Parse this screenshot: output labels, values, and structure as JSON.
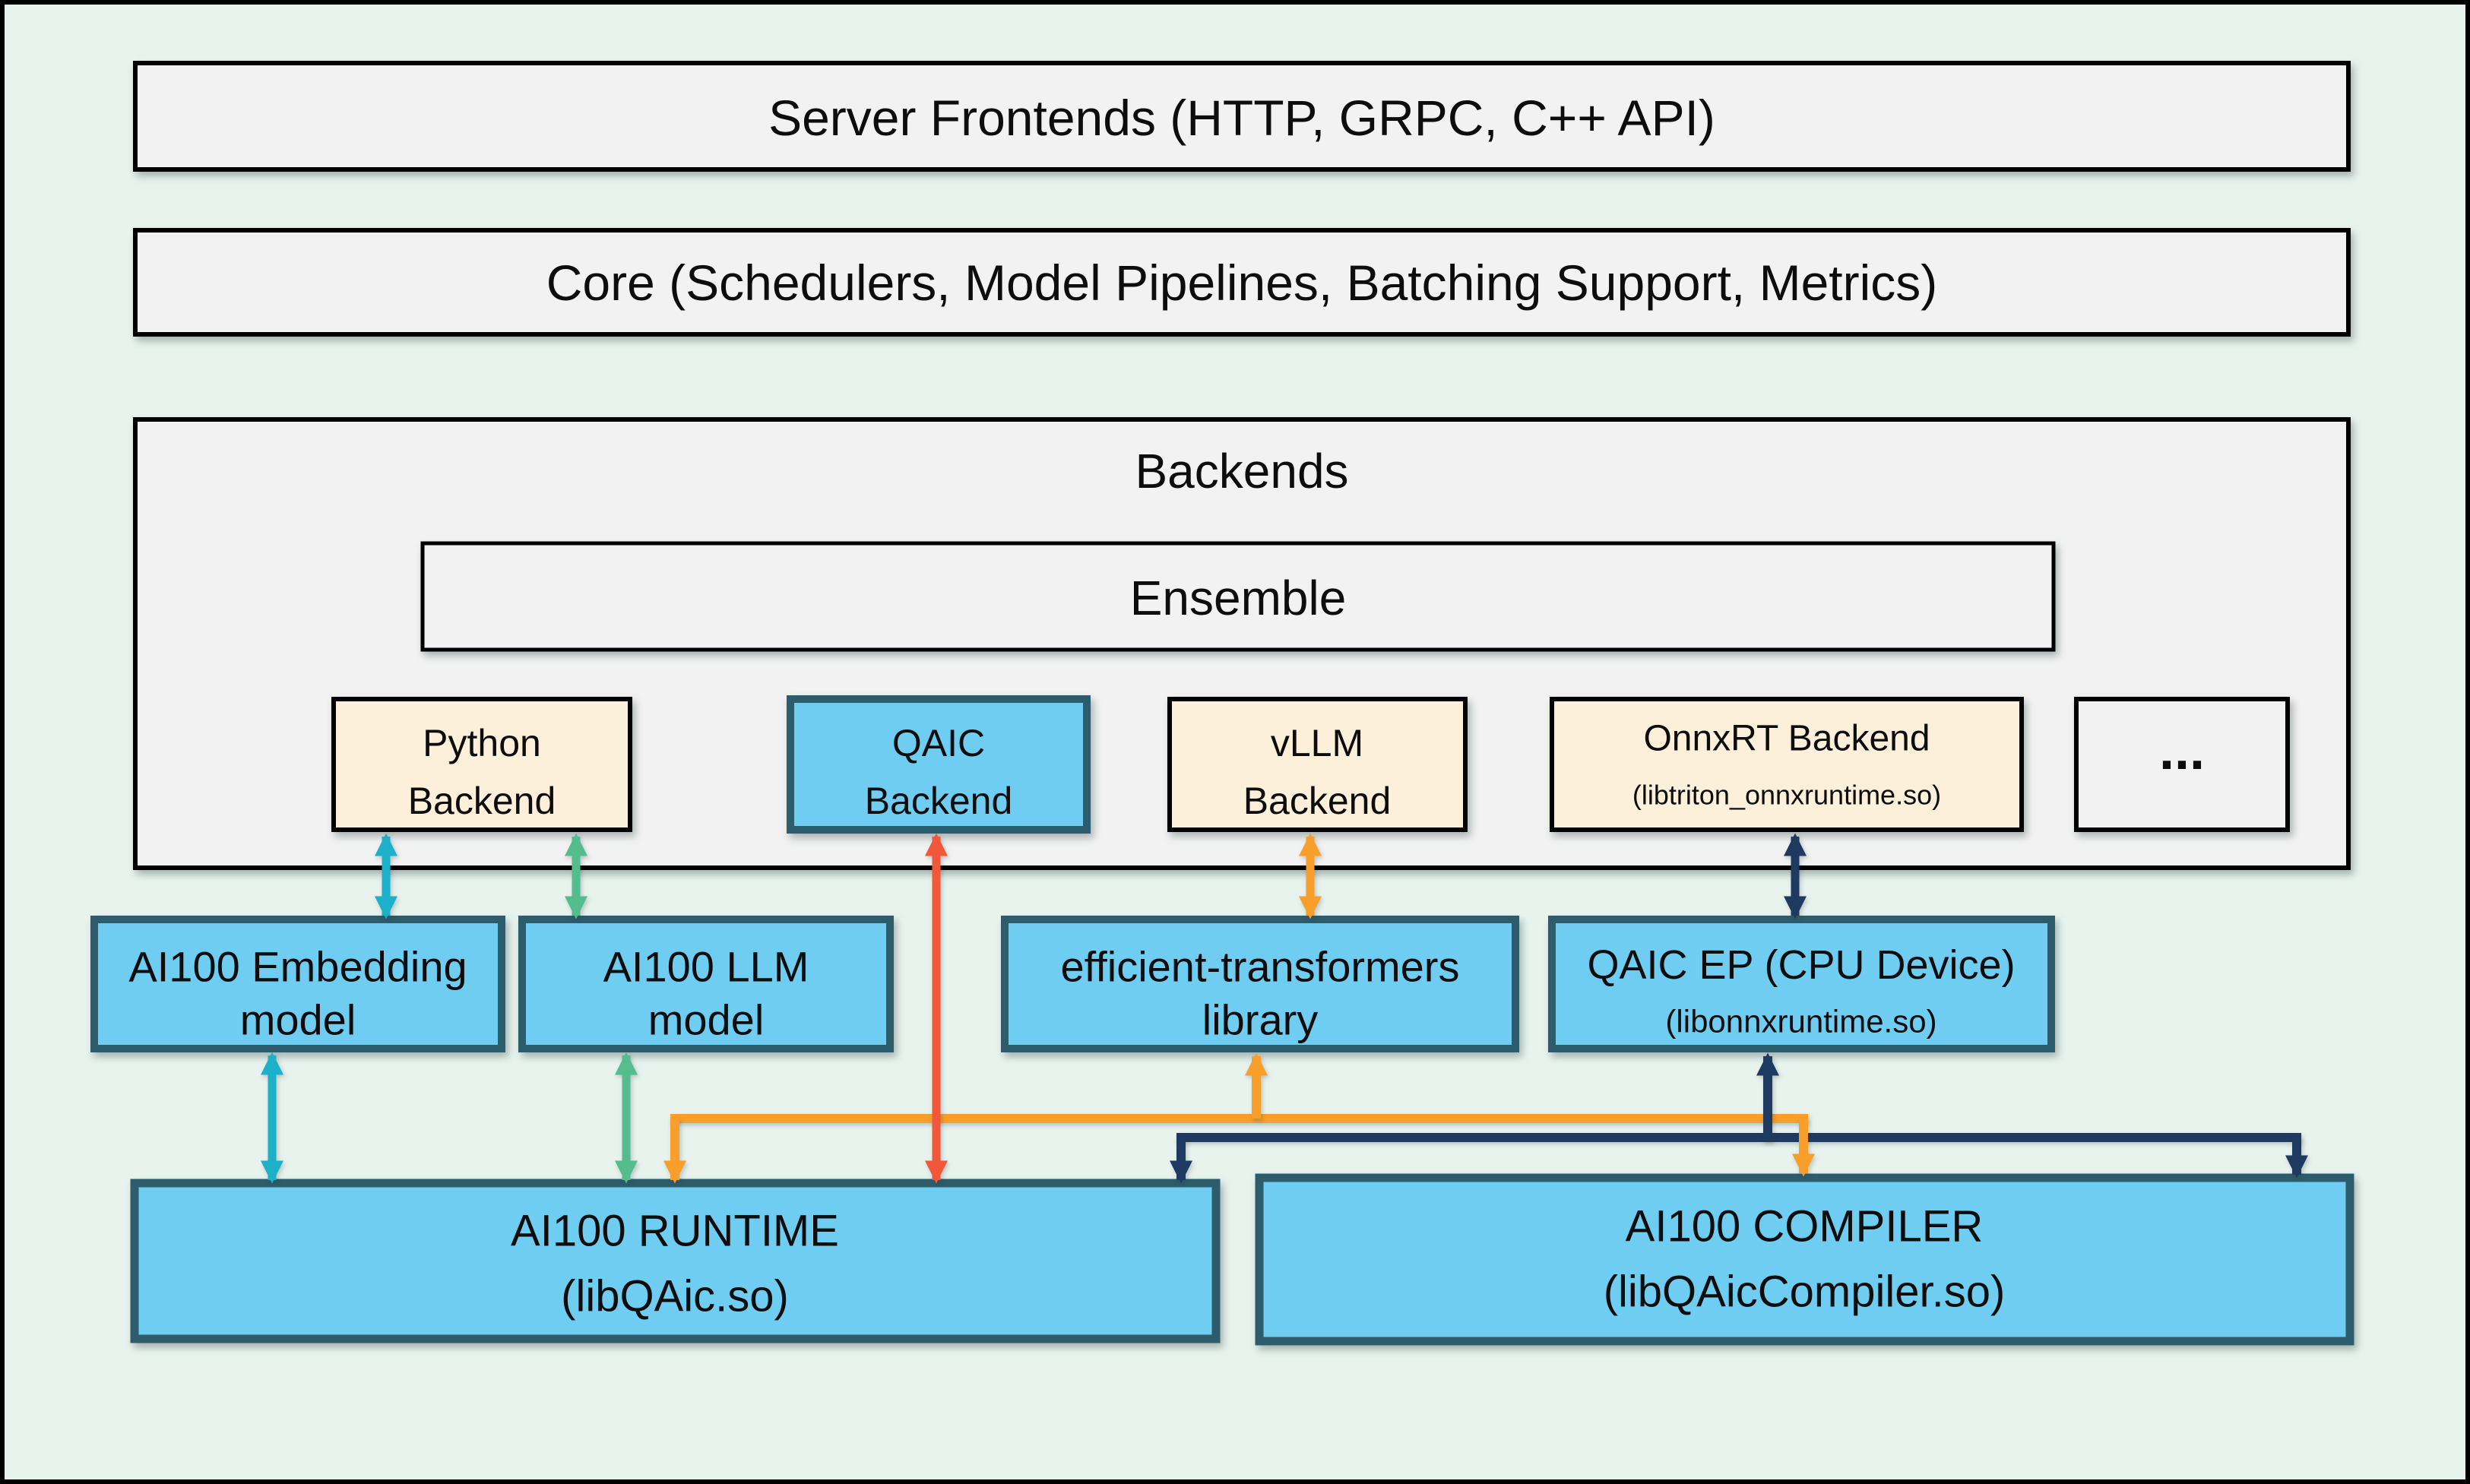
{
  "layers": {
    "server_frontends": "Server Frontends (HTTP, GRPC, C++ API)",
    "core": "Core (Schedulers, Model Pipelines, Batching Support, Metrics)",
    "backends_title": "Backends",
    "ensemble": "Ensemble"
  },
  "backend_boxes": {
    "python": {
      "line1": "Python",
      "line2": "Backend"
    },
    "qaic": {
      "line1": "QAIC",
      "line2": "Backend"
    },
    "vllm": {
      "line1": "vLLM",
      "line2": "Backend"
    },
    "onnxrt": {
      "line1": "OnnxRT Backend",
      "line2": "(libtriton_onnxruntime.so)"
    },
    "more": "..."
  },
  "middle_boxes": {
    "embedding": {
      "line1": "AI100 Embedding",
      "line2": "model"
    },
    "llm": {
      "line1": "AI100 LLM",
      "line2": "model"
    },
    "efficient_transformers": {
      "line1": "efficient-transformers",
      "line2": "library"
    },
    "qaic_ep": {
      "line1": "QAIC EP (CPU Device)",
      "line2": "(libonnxruntime.so)"
    }
  },
  "bottom_boxes": {
    "runtime": {
      "line1": "AI100 RUNTIME",
      "line2": "(libQAic.so)"
    },
    "compiler": {
      "line1": "AI100 COMPILER",
      "line2": "(libQAicCompiler.so)"
    }
  },
  "colors": {
    "frame": "#000000",
    "background": "#e8f3ee",
    "box_gray": "#f2f2f2",
    "box_cream": "#fcf0da",
    "box_blue": "#6ecdf1",
    "border_black": "#000000",
    "border_blue": "#2d5c6d",
    "arrow_teal": "#1cb0c9",
    "arrow_green": "#55bd8d",
    "arrow_red": "#f1583a",
    "arrow_orange": "#f89e2b",
    "arrow_navy": "#1f3a60",
    "text": "#0d0d0d"
  }
}
